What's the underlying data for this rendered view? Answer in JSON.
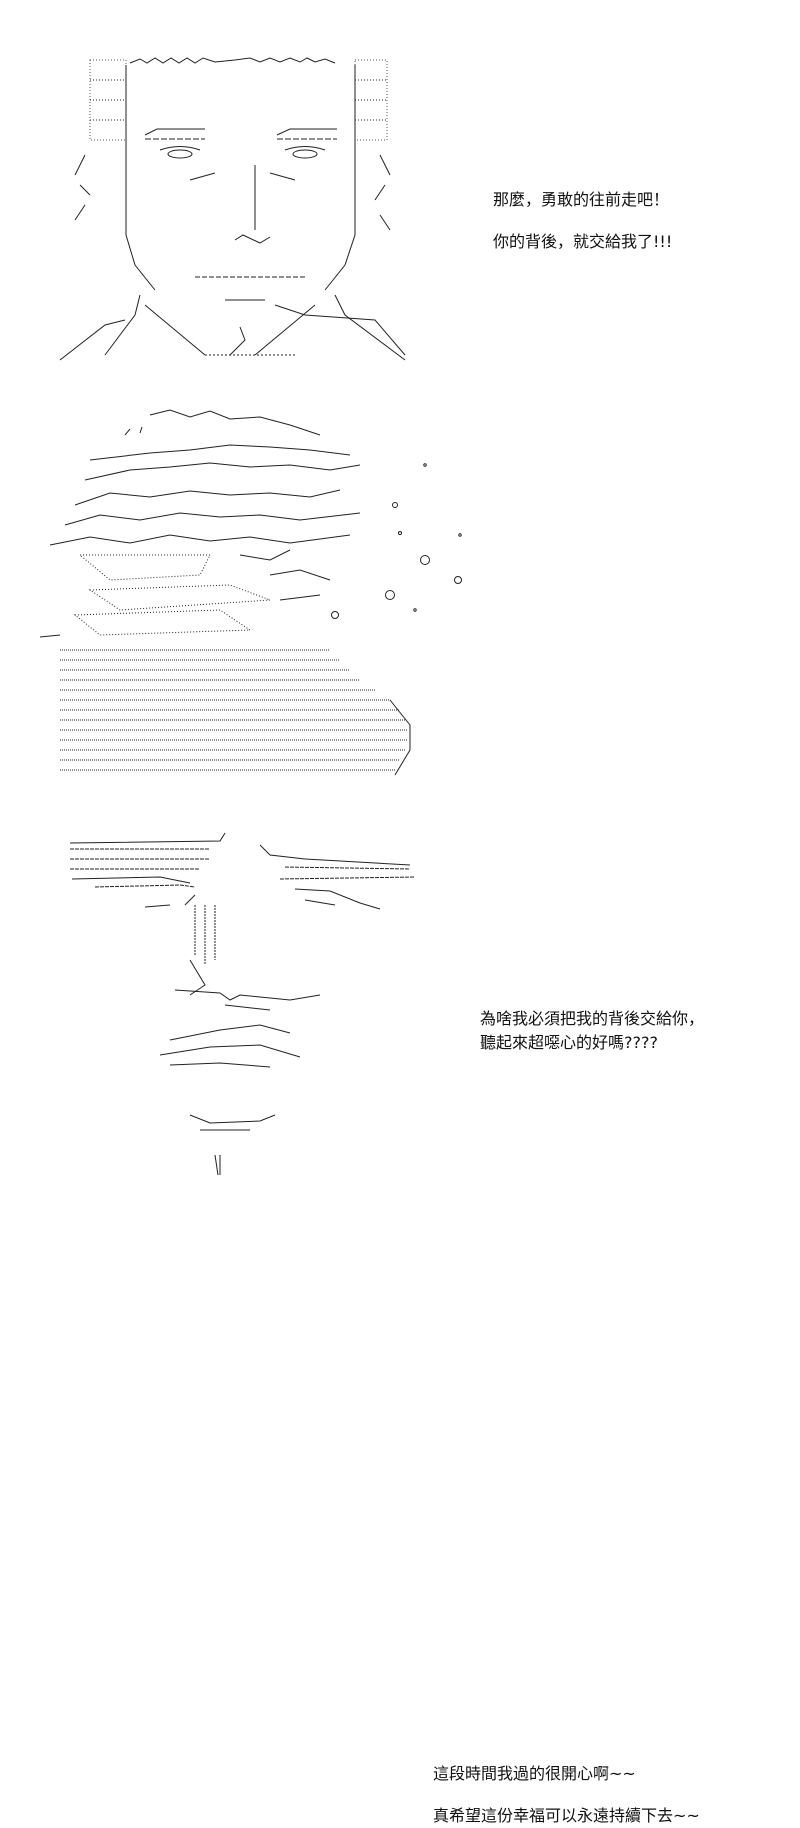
{
  "panels": [
    {
      "art": "ascii-art-man-smiling",
      "caption": [
        "那麼，勇敢的往前走吧！",
        "你的背後，就交給我了!!!"
      ]
    },
    {
      "art": "ascii-art-man-shocked-sweating",
      "caption": [
        "為啥我必須把我的背後交給你，",
        "聽起來超噁心的好嗎????"
      ]
    },
    {
      "art": "ascii-art-face-closeup-sleeping",
      "caption": [
        "這段時間我過的很開心啊~~",
        "真希望這份幸福可以永遠持續下去~~"
      ]
    }
  ]
}
